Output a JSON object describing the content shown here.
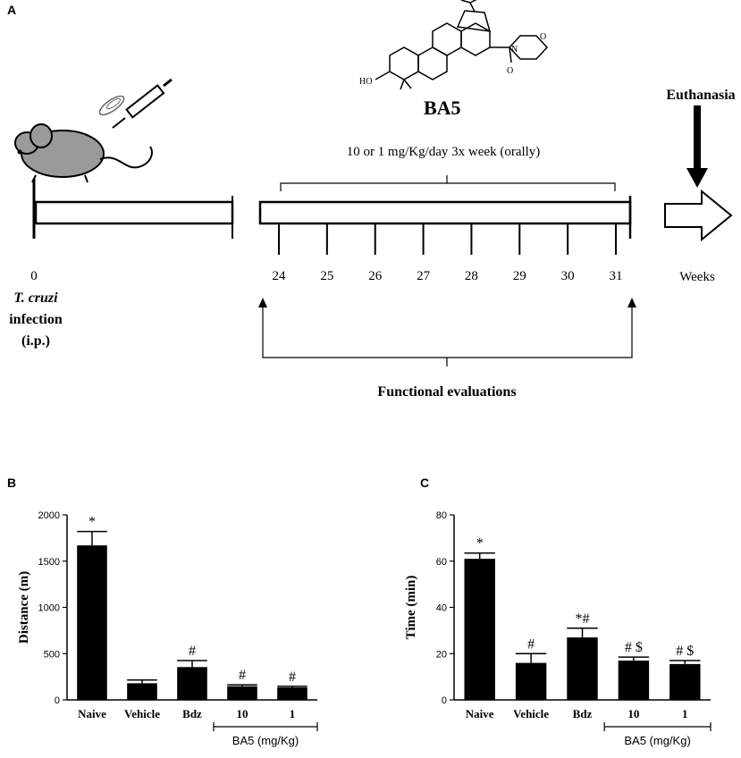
{
  "panel_a": {
    "letter": "A",
    "compound_name": "BA5",
    "dose_text": "10 or 1 mg/Kg/day  3x week (orally)",
    "euthanasia": "Euthanasia",
    "week_zero": "0",
    "infection_line1": "T. cruzi",
    "infection_line2": "infection",
    "infection_line3": "(i.p.)",
    "weeks": [
      "24",
      "25",
      "26",
      "27",
      "28",
      "29",
      "30",
      "31"
    ],
    "weeks_label": "Weeks",
    "functional": "Functional evaluations",
    "structure_labels": {
      "ho": "HO",
      "n": "N",
      "o": "O",
      "o2": "O"
    }
  },
  "chart_data": [
    {
      "letter": "B",
      "type": "bar",
      "categories": [
        "Naive",
        "Vehicle",
        "Bdz",
        "10",
        "1"
      ],
      "values": [
        1670,
        180,
        355,
        148,
        135
      ],
      "errors": [
        150,
        35,
        70,
        15,
        12
      ],
      "annotations": [
        "*",
        "",
        "#",
        "#",
        "#"
      ],
      "ylabel": "Distance (m)",
      "ylim": [
        0,
        2000
      ],
      "yticks": [
        "0",
        "500",
        "1000",
        "1500",
        "2000"
      ],
      "group_label": "BA5  (mg/Kg)",
      "bar_color": "#000000"
    },
    {
      "letter": "C",
      "type": "bar",
      "categories": [
        "Naive",
        "Vehicle",
        "Bdz",
        "10",
        "1"
      ],
      "values": [
        61,
        16,
        27,
        17,
        15.5
      ],
      "errors": [
        2.5,
        4,
        4,
        1.5,
        1.5
      ],
      "annotations": [
        "*",
        "#",
        "*#",
        "# $",
        "# $"
      ],
      "ylabel": "Time (min)",
      "ylim": [
        0,
        80
      ],
      "yticks": [
        "0",
        "20",
        "40",
        "60",
        "80"
      ],
      "group_label": "BA5  (mg/Kg)",
      "bar_color": "#000000"
    }
  ]
}
